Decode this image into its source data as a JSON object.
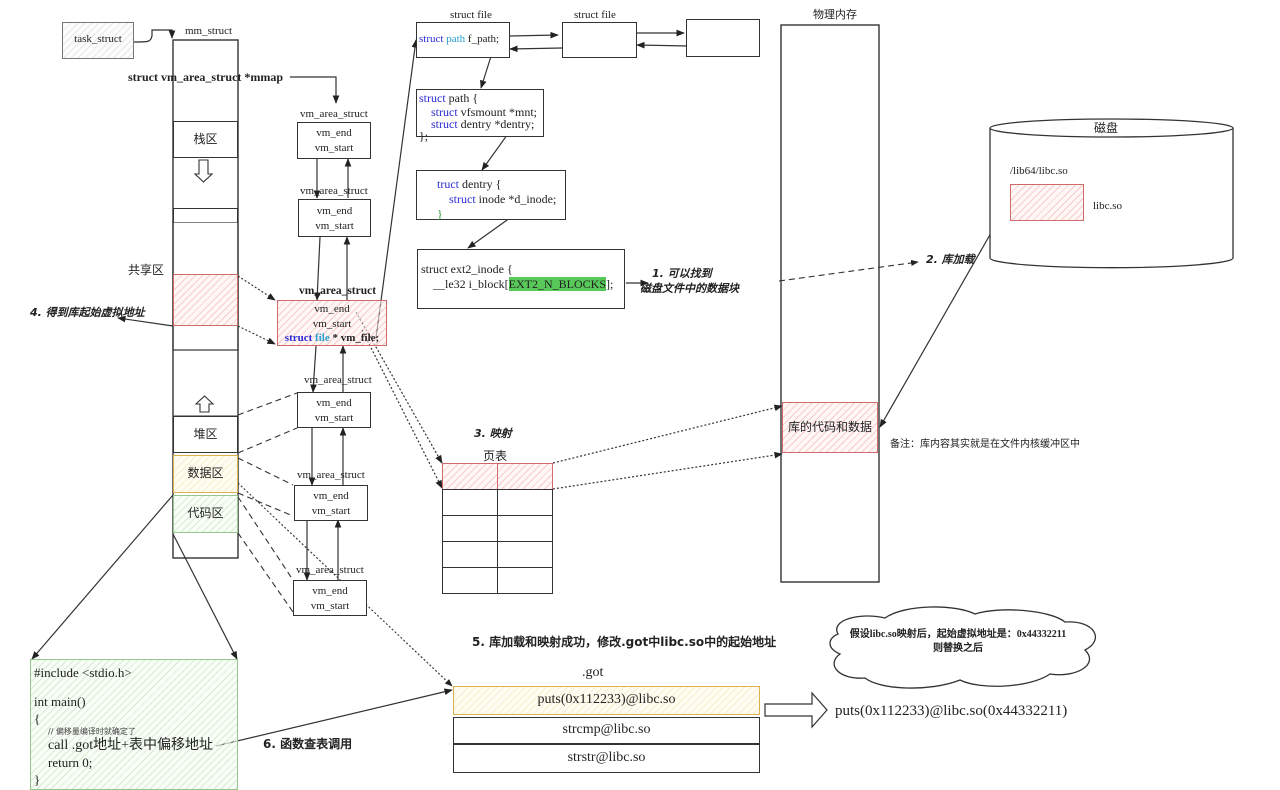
{
  "task_struct": {
    "label": "task_struct"
  },
  "mm_struct": {
    "title": "mm_struct",
    "mmap_field": "struct vm_area_struct *mmap",
    "regions": {
      "stack": "栈区",
      "shared": "共享区",
      "heap": "堆区",
      "data": "数据区",
      "code": "代码区"
    }
  },
  "vm_area_structs": [
    {
      "title": "vm_area_struct",
      "end": "vm_end",
      "start": "vm_start"
    },
    {
      "title": "vm_area_struct",
      "end": "vm_end",
      "start": "vm_start"
    },
    {
      "title": "vm_area_struct",
      "end": "vm_end",
      "start": "vm_start",
      "file_kw": "struct",
      "file_type": "file",
      "file_rest": " * vm_file;"
    },
    {
      "title": "vm_area_struct",
      "end": "vm_end",
      "start": "vm_start"
    },
    {
      "title": "vm_area_struct",
      "end": "vm_end",
      "start": "vm_start"
    },
    {
      "title": "vm_area_struct",
      "end": "vm_end",
      "start": "vm_start"
    }
  ],
  "struct_file": {
    "title1": "struct file",
    "title2": "struct file",
    "field_kw": "struct",
    "field_type": "path",
    "field_rest": " f_path;"
  },
  "struct_path": {
    "line1_kw": "struct",
    "line1_rest": " path {",
    "line2_kw": "struct",
    "line2_rest": " vfsmount *mnt;",
    "line3_kw": "struct",
    "line3_rest": " dentry *dentry;",
    "line4": "};"
  },
  "struct_dentry": {
    "line1_kw": "truct",
    "line1_rest": " dentry {",
    "line2_kw": "struct",
    "line2_rest": " inode *d_inode;",
    "line3": "}"
  },
  "ext2_inode": {
    "line1": "struct ext2_inode {",
    "line2_pre": "__le32  i_block[",
    "line2_hl": "EXT2_N_BLOCKS",
    "line2_post": "];"
  },
  "physical_memory": {
    "title": "物理内存",
    "lib_region": "库的代码和数据"
  },
  "disk": {
    "title": "磁盘",
    "path": "/lib64/libc.so",
    "file": "libc.so"
  },
  "note": "备注：库内容其实就是在文件内核缓冲区中",
  "page_table": {
    "title": "页表",
    "rows": 5,
    "cols": 2
  },
  "steps": {
    "s1_line1": "1. 可以找到",
    "s1_line2": "磁盘文件中的数据块",
    "s2": "2. 库加载",
    "s3": "3. 映射",
    "s4": "4. 得到库起始虚拟地址",
    "s5": "5. 库加载和映射成功，修改.got中libc.so中的起始地址",
    "s6": "6. 函数查表调用"
  },
  "code_box": {
    "lines": [
      "#include <stdio.h>",
      "",
      "int main()",
      "{"
    ],
    "comment": "// 偏移量编译时就确定了",
    "call": "call .got地址+表中偏移地址",
    "ret": "return 0;",
    "close": "}"
  },
  "got": {
    "title": ".got",
    "entries": [
      "puts(0x112233)@libc.so",
      "strcmp@libc.so",
      "strstr@libc.so"
    ]
  },
  "cloud": {
    "line1": "假设libc.so映射后，起始虚拟地址是：0x44332211",
    "line2": "则替换之后"
  },
  "result": "puts(0x112233)@libc.so(0x44332211)"
}
